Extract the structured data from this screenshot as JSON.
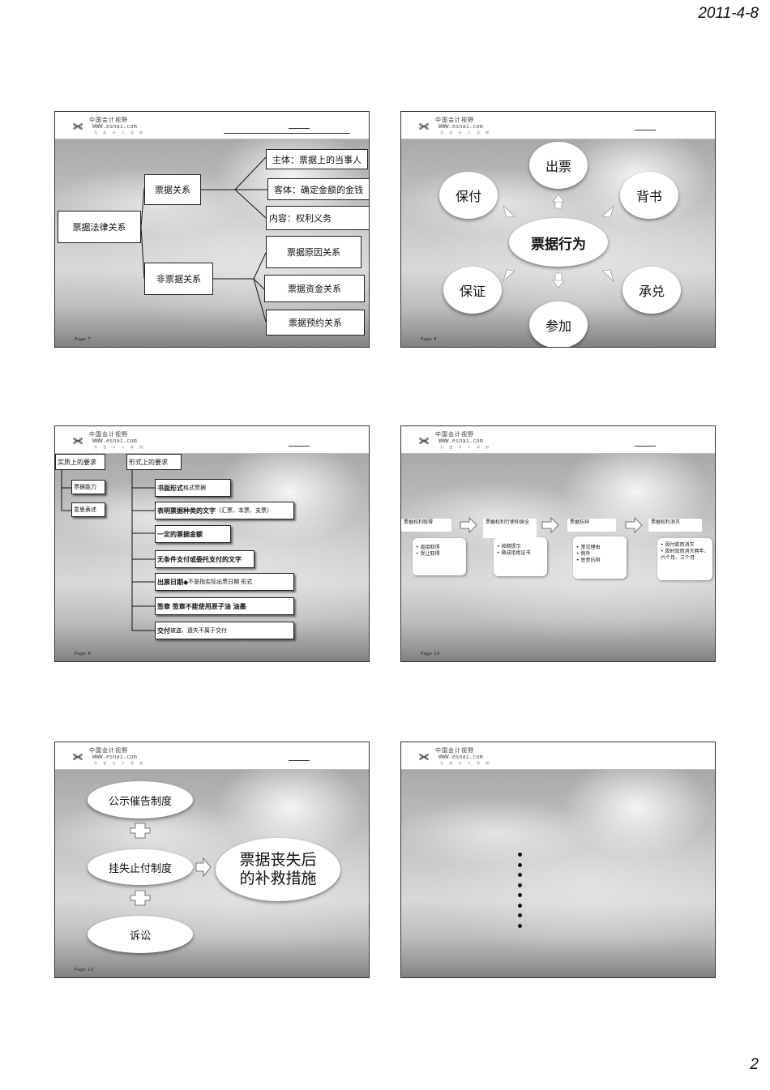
{
  "page": {
    "date": "2011-4-8",
    "number": "2"
  },
  "logo": {
    "name": "中国会计视野",
    "url": "WWW.esnai.com",
    "slogan": "为 会 计 人 导 航"
  },
  "slides": [
    {
      "page_label": "Page 7",
      "root": "票据法律关系",
      "branch1": "票据关系",
      "branch2": "非票据关系",
      "leaves1": [
        "主体：票据上的当事人",
        "客体：确定金额的金钱",
        "内容：权利义务"
      ],
      "leaves2": [
        "票据原因关系",
        "票据资金关系",
        "票据预约关系"
      ]
    },
    {
      "page_label": "Page 8",
      "center": "票据行为",
      "items": [
        "出票",
        "背书",
        "承兑",
        "参加",
        "保证",
        "保付"
      ]
    },
    {
      "page_label": "Page 9",
      "left_head": "实质上的要求",
      "left_items": [
        "票据能力",
        "意思表述"
      ],
      "right_head": "形式上的要求",
      "rows": [
        {
          "bold": "书面形式",
          "rest": "  格式票据"
        },
        {
          "bold": "表明票据种类的文字",
          "rest": "（汇票、本票、支票）"
        },
        {
          "bold": "一定的票据金额",
          "rest": ""
        },
        {
          "bold": "无条件支付或委托支付的文字",
          "rest": ""
        },
        {
          "bold": "出票日期◆",
          "rest": "不是指实际出票日期   形式"
        },
        {
          "bold": "签章   签章不能使用原子油   油墨",
          "rest": ""
        },
        {
          "bold": "交付",
          "rest": "  被盗、遗失不属于交付"
        }
      ]
    },
    {
      "page_label": "Page 10",
      "steps": [
        {
          "title": "票据权利取得",
          "items": [
            "直接取得",
            "受让取得"
          ]
        },
        {
          "title": "票据权利行使和保全",
          "items": [
            "按期提示",
            "做成拒绝证书"
          ]
        },
        {
          "title": "票据抗辩",
          "items": [
            "常见理由",
            "例外",
            "恶意抗辩"
          ]
        },
        {
          "title": "票据权利消灭",
          "items": [
            "因付款而消灭",
            "因时效而消灭两年、六个月、三个月"
          ]
        }
      ]
    },
    {
      "page_label": "Page 11",
      "items": [
        "公示催告制度",
        "挂失止付制度",
        "诉讼"
      ],
      "result": "票据丧失后的补救措施"
    },
    {
      "page_label": "",
      "dots": 8
    }
  ]
}
